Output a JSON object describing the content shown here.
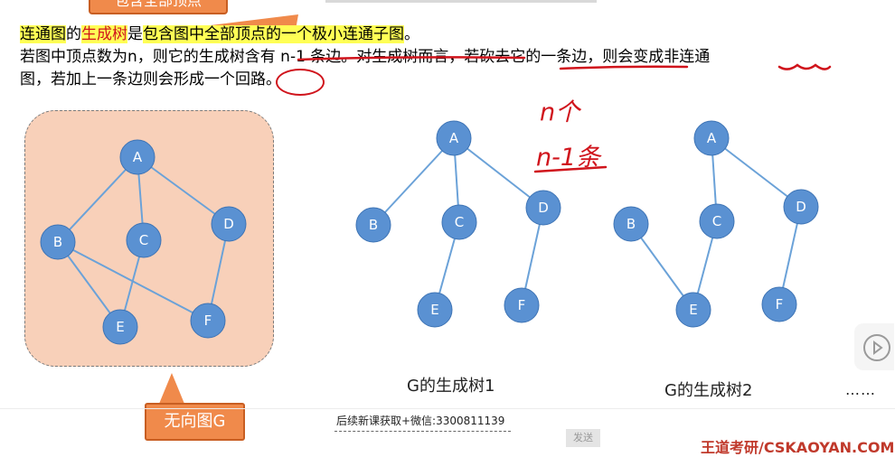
{
  "top_callout": {
    "text": "包含全部顶点"
  },
  "paragraph": {
    "line1": {
      "p1": "连通图",
      "p2": "的",
      "p3": "生成树",
      "p4": "是",
      "p5": "包含图中全部顶点的一个极小连通子图",
      "p6": "。"
    },
    "line2": "若图中顶点数为n，则它的生成树含有 n-1 条边。对生成树而言，若砍去它的一条边，则会变成非连通",
    "line3": "图，若加上一条边则会形成一个回路。"
  },
  "graphs": {
    "undirected": {
      "label": "无向图G",
      "nodes": [
        "A",
        "B",
        "C",
        "D",
        "E",
        "F"
      ]
    },
    "tree1": {
      "caption": "G的生成树1",
      "nodes": [
        "A",
        "B",
        "C",
        "D",
        "E",
        "F"
      ]
    },
    "tree2": {
      "caption": "G的生成树2",
      "nodes": [
        "A",
        "B",
        "C",
        "D",
        "E",
        "F"
      ]
    },
    "more": "……"
  },
  "handwriting": {
    "line1": "n个",
    "line2": "n-1条"
  },
  "footer": {
    "promo": "后续新课获取+微信:3300811139",
    "send_label": "发送",
    "brand": "王道考研/CSKAOYAN.COM"
  },
  "colors": {
    "node_fill": "#5a91d2",
    "edge": "#6ba2d8",
    "panel_bg": "#f8d0b9",
    "callout": "#f08a4b",
    "highlight": "#ffff55",
    "accent_red": "#d0141c"
  }
}
